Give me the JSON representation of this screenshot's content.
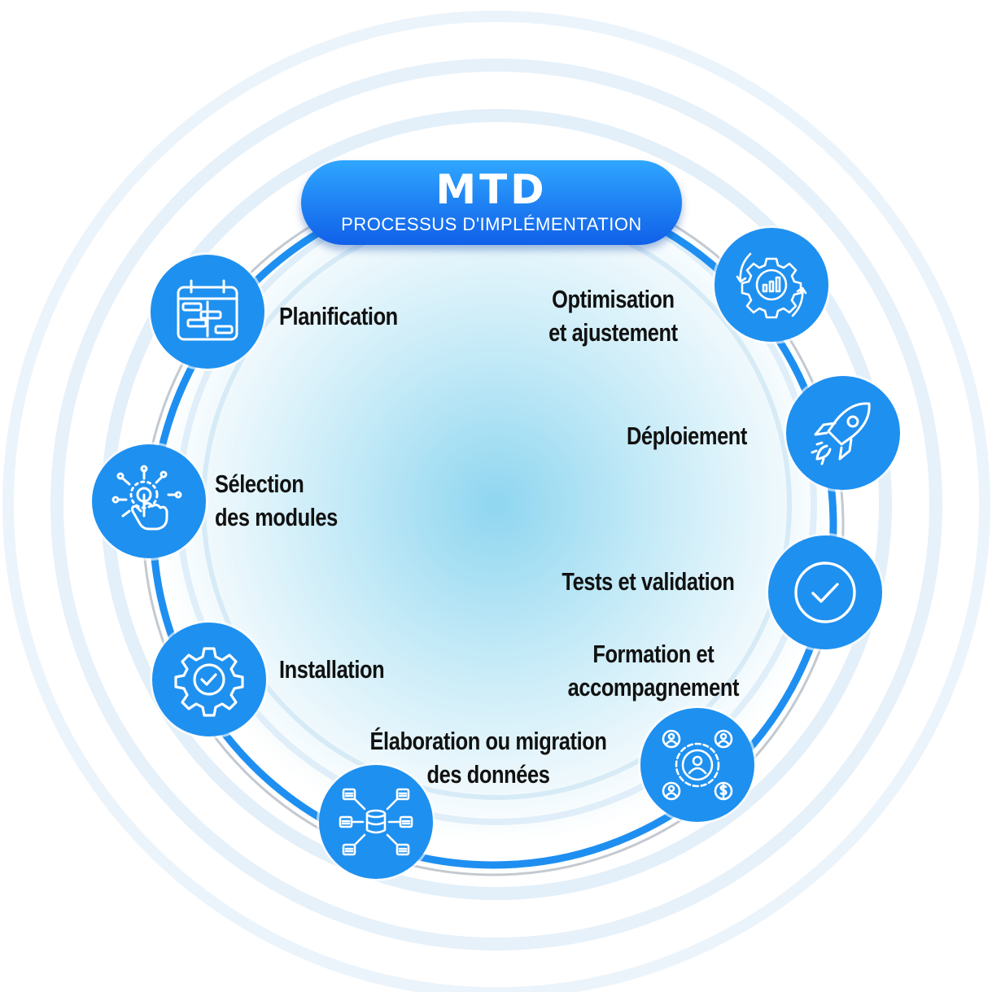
{
  "header": {
    "title": "MTD",
    "subtitle": "PROCESSUS D'IMPLÉMENTATION"
  },
  "colors": {
    "node_blue": "#1e90f0",
    "ring_blue": "#1e8ff0",
    "ring_gray": "#c3c9d0",
    "badge_top": "#2fa6ff",
    "badge_bottom": "#1060e8"
  },
  "steps": [
    {
      "label": "Planification",
      "icon": "calendar-gantt-icon"
    },
    {
      "label": "Sélection\ndes modules",
      "icon": "hand-touch-icon"
    },
    {
      "label": "Installation",
      "icon": "gear-check-icon"
    },
    {
      "label": "Élaboration ou migration\ndes données",
      "icon": "database-network-icon"
    },
    {
      "label": "Formation et\naccompagnement",
      "icon": "team-gear-icon"
    },
    {
      "label": "Tests et validation",
      "icon": "check-circle-icon"
    },
    {
      "label": "Déploiement",
      "icon": "rocket-icon"
    },
    {
      "label": "Optimisation\net ajustement",
      "icon": "gear-chart-cycle-icon"
    }
  ]
}
